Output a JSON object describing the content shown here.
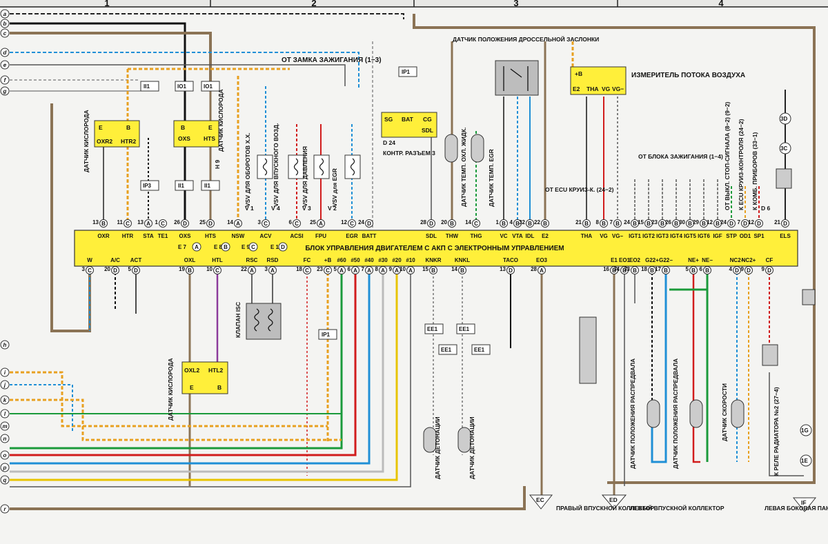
{
  "header": {
    "columns": [
      "1",
      "2",
      "3",
      "4"
    ]
  },
  "colors": {
    "module_yellow": "#ffef3a",
    "wire_brown": "#8b7355",
    "wire_green": "#1a9a3a",
    "wire_red": "#d11c1c",
    "wire_blue": "#1f8fd6",
    "wire_yellow": "#e8c400",
    "background": "#f4f4f2"
  },
  "wire_letters": [
    "a",
    "b",
    "c",
    "d",
    "e",
    "f",
    "g",
    "h",
    "i",
    "j",
    "k",
    "l",
    "m",
    "n",
    "o",
    "p",
    "q",
    "r"
  ],
  "ecu": {
    "title": "БЛОК УПРАВЛЕНИЯ ДВИГАТЕЛЕМ С АКП С ЭЛЕКТРОННЫМ УПРАВЛЕНИЕМ",
    "e_connectors": [
      "E 7",
      "A",
      "E 8",
      "B",
      "E 9",
      "C",
      "E 10",
      "D"
    ],
    "top_pins": [
      {
        "num": "13",
        "conn": "B",
        "name": "OXR"
      },
      {
        "num": "11",
        "conn": "C",
        "name": "HTR"
      },
      {
        "num": "13",
        "conn": "A",
        "name": "STA"
      },
      {
        "num": "1",
        "conn": "C",
        "name": "TE1"
      },
      {
        "num": "26",
        "conn": "D",
        "name": "OXS"
      },
      {
        "num": "25",
        "conn": "D",
        "name": "HTS"
      },
      {
        "num": "14",
        "conn": "A",
        "name": "NSW"
      },
      {
        "num": "3",
        "conn": "C",
        "name": "ACV"
      },
      {
        "num": "6",
        "conn": "C",
        "name": "ACSI"
      },
      {
        "num": "25",
        "conn": "A",
        "name": "FPU"
      },
      {
        "num": "12",
        "conn": "C",
        "name": "EGR"
      },
      {
        "num": "24",
        "conn": "D",
        "name": "BATT"
      },
      {
        "num": "28",
        "conn": "D",
        "name": "SDL"
      },
      {
        "num": "20",
        "conn": "B",
        "name": "THW"
      },
      {
        "num": "14",
        "conn": "C",
        "name": "THG"
      },
      {
        "num": "1",
        "conn": "B",
        "name": "VC"
      },
      {
        "num": "4",
        "conn": "B",
        "name": "VTA"
      },
      {
        "num": "32",
        "conn": "B",
        "name": "IDL"
      },
      {
        "num": "22",
        "conn": "B",
        "name": "E2"
      },
      {
        "num": "21",
        "conn": "B",
        "name": "THA"
      },
      {
        "num": "8",
        "conn": "B",
        "name": "VG"
      },
      {
        "num": "7",
        "conn": "B",
        "name": "VG−"
      },
      {
        "num": "24",
        "conn": "B",
        "name": "IGT1"
      },
      {
        "num": "15",
        "conn": "B",
        "name": "IGT2"
      },
      {
        "num": "23",
        "conn": "B",
        "name": "IGT3"
      },
      {
        "num": "26",
        "conn": "B",
        "name": "IGT4"
      },
      {
        "num": "30",
        "conn": "B",
        "name": "IGT5"
      },
      {
        "num": "29",
        "conn": "B",
        "name": "IGT6"
      },
      {
        "num": "12",
        "conn": "B",
        "name": "IGF"
      },
      {
        "num": "24",
        "conn": "D",
        "name": "STP"
      },
      {
        "num": "7",
        "conn": "D",
        "name": "OD1"
      },
      {
        "num": "12",
        "conn": "D",
        "name": "SP1"
      },
      {
        "num": "21",
        "conn": "D",
        "name": "ELS"
      }
    ],
    "bottom_pins": [
      {
        "num": "3",
        "conn": "C",
        "name": "W"
      },
      {
        "num": "20",
        "conn": "D",
        "name": "A/C"
      },
      {
        "num": "5",
        "conn": "D",
        "name": "ACT"
      },
      {
        "num": "19",
        "conn": "B",
        "name": "OXL"
      },
      {
        "num": "10",
        "conn": "C",
        "name": "HTL"
      },
      {
        "num": "22",
        "conn": "A",
        "name": "RSC"
      },
      {
        "num": "3",
        "conn": "A",
        "name": "RSD"
      },
      {
        "num": "18",
        "conn": "C",
        "name": "FC"
      },
      {
        "num": "23",
        "conn": "C",
        "name": "+B"
      },
      {
        "num": "5",
        "conn": "A",
        "name": "#60"
      },
      {
        "num": "6",
        "conn": "A",
        "name": "#50"
      },
      {
        "num": "7",
        "conn": "A",
        "name": "#40"
      },
      {
        "num": "8",
        "conn": "A",
        "name": "#30"
      },
      {
        "num": "9",
        "conn": "A",
        "name": "#20"
      },
      {
        "num": "10",
        "conn": "A",
        "name": "#10"
      },
      {
        "num": "15",
        "conn": "B",
        "name": "KNKR"
      },
      {
        "num": "14",
        "conn": "B",
        "name": "KNKL"
      },
      {
        "num": "13",
        "conn": "D",
        "name": "TACO"
      },
      {
        "num": "28",
        "conn": "A",
        "name": "EO3"
      },
      {
        "num": "16",
        "conn": "B",
        "name": "E1"
      },
      {
        "num": "34",
        "conn": "B",
        "name": "EO1"
      },
      {
        "num": "33",
        "conn": "B",
        "name": "EO2"
      },
      {
        "num": "18",
        "conn": "B",
        "name": "G22+"
      },
      {
        "num": "17",
        "conn": "B",
        "name": "G22−"
      },
      {
        "num": "5",
        "conn": "B",
        "name": "NE+"
      },
      {
        "num": "6",
        "conn": "B",
        "name": "NE−"
      },
      {
        "num": "4",
        "conn": "D",
        "name": "NC2−"
      },
      {
        "num": "9",
        "conn": "D",
        "name": "NC2+"
      },
      {
        "num": "9",
        "conn": "D",
        "name": "CF"
      }
    ]
  },
  "labels": {
    "ignition_switch": "ОТ ЗАМКА ЗАЖИГАНИЯ (1−3)",
    "throttle_sensor": "ДАТЧИК ПОЛОЖЕНИЯ ДРОССЕЛЬНОЙ ЗАСЛОНКИ",
    "airflow_meter": "ИЗМЕРИТЕЛЬ ПОТОКА ВОЗДУХА",
    "d24": "D 24",
    "control_connector": "КОНТР. РАЗЪЕМ 3",
    "oxygen_sensor": "ДАТЧИК КИСЛОРОДА",
    "vsv_idle": "VSV ДЛЯ ОБОРОТОВ Х.Х.",
    "vsv_intake": "VSV ДЛЯ ВПУСКНОГО ВОЗД.",
    "vsv_pressure": "VSV ДЛЯ ДАВЛЕНИЯ",
    "vsv_egr": "VSV для EGR",
    "coolant_temp": "ДАТЧИК ТЕМП. ОХЛ. ЖИДК.",
    "egr_temp": "ДАТЧИК ТЕМП. EGR",
    "cruise_ecu": "ОТ ECU КРУИЗ-К. (24−2)",
    "ignition_block": "ОТ БЛОКА ЗАЖИГАНИЯ (1−4)",
    "stop_switch": "ОТ ВЫКЛ. СТОП-СИГНАЛА (8−2) (9−2)",
    "cruise_control": "К ECU КРУИЗ-КОНТРОЛЯ (24−2)",
    "instrument": "К КОМБ. ПРИБОРОВ (33−1)",
    "isc_valve": "КЛАПАН ISC",
    "knock_sensor": "ДАТЧИК ДЕТОНАЦИИ",
    "distributor_pos": "ДАТЧИК ПОЛОЖЕНИЯ РАСПРЕДВАЛА",
    "speed_sensor": "ДАТЧИК СКОРОСТИ",
    "radiator_relay": "К РЕЛЕ РАДИАТОРА №2 (27−4)",
    "right_intake": "ПРАВЫЙ ВПУСКНОЙ КОЛЛЕКТОР",
    "left_intake": "ЛЕВЫЙ ВПУСКНОЙ КОЛЛЕКТОР",
    "left_panel": "ЛЕВАЯ БОКОВАЯ ПАНЕЛЬ",
    "v1": "V 1",
    "v4": "V 4",
    "v3": "V 3",
    "v2": "V 2",
    "h9": "H 9",
    "d6": "D 6"
  },
  "modules": {
    "ox_right": {
      "e": "E",
      "b": "B",
      "oxr2": "OXR2",
      "htr2": "HTR2"
    },
    "ox_left_top": {
      "b": "B",
      "e": "E",
      "oxs": "OXS",
      "hts": "HTS"
    },
    "control": {
      "sg": "SG",
      "bat": "BAT",
      "cg": "CG",
      "sdl": "SDL"
    },
    "air": {
      "plus_b": "+B",
      "e2": "E2",
      "tha": "THA",
      "vg": "VG",
      "vg_minus": "VG−"
    },
    "ox_left": {
      "oxl2": "OXL2",
      "htl2": "HTL2",
      "e": "E",
      "b": "B"
    }
  },
  "connectors": {
    "ii1": "II1",
    "io1": "IO1",
    "ip3": "IP3",
    "ip1": "IP1",
    "ee1": "EE1",
    "c3d": "3D",
    "c3c": "3C",
    "c1g": "1G",
    "c1e": "1E"
  },
  "grounds": {
    "ec": "EC",
    "ed": "ED",
    "if": "IF"
  }
}
